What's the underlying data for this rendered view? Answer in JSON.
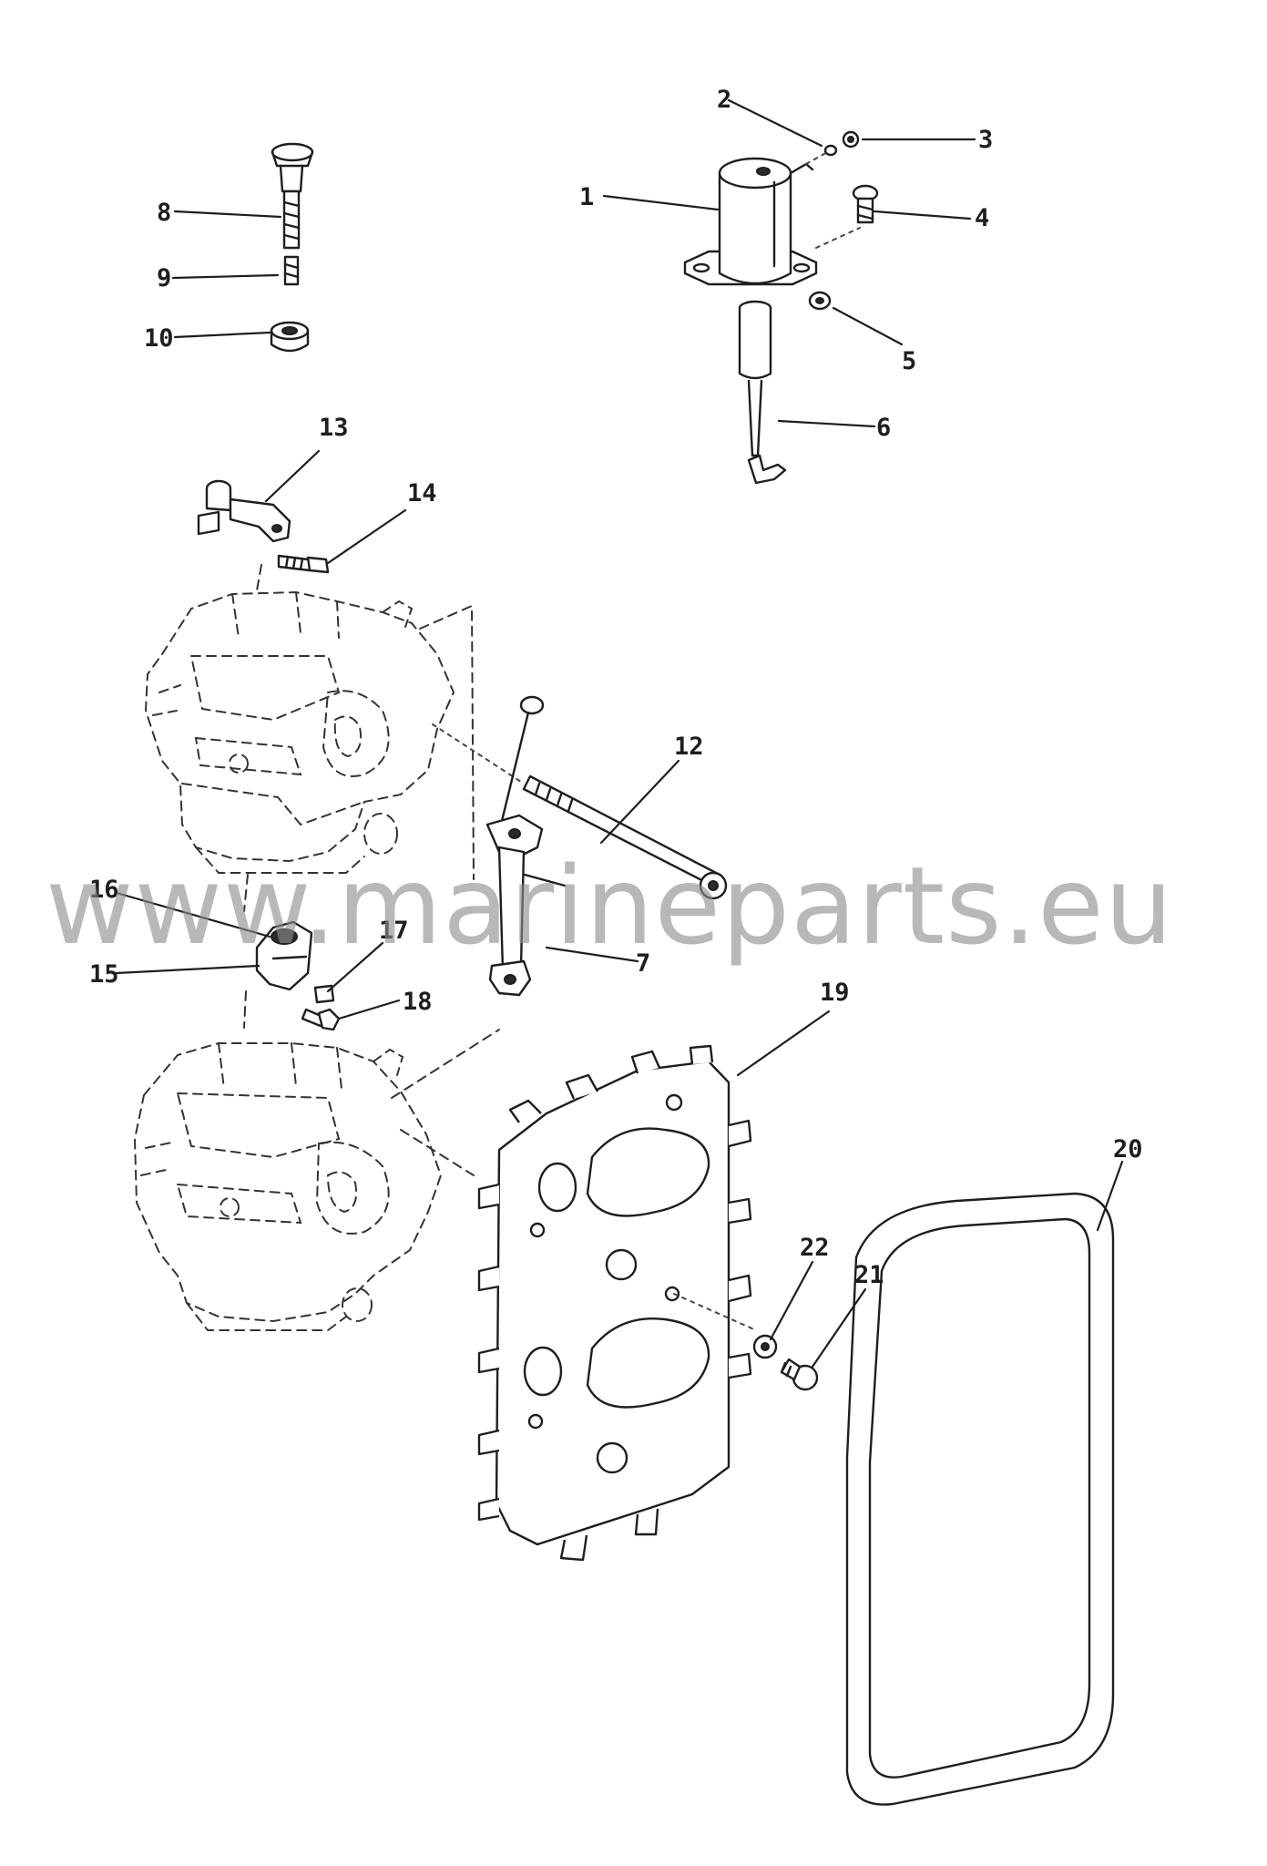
{
  "watermark": "www.marineparts.eu",
  "callouts": {
    "c1": "1",
    "c2": "2",
    "c3": "3",
    "c4": "4",
    "c5": "5",
    "c6": "6",
    "c7": "7",
    "c8": "8",
    "c9": "9",
    "c10": "10",
    "c12": "12",
    "c13": "13",
    "c14": "14",
    "c15": "15",
    "c16": "16",
    "c17": "17",
    "c18": "18",
    "c19": "19",
    "c20": "20",
    "c21": "21",
    "c22": "22"
  }
}
